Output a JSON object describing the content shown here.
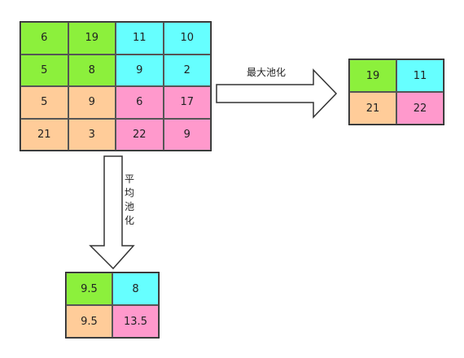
{
  "colors": {
    "green": "#8cf03c",
    "cyan": "#66ffff",
    "orange": "#ffcc99",
    "pink": "#ff99cc"
  },
  "input_grid": {
    "cells": [
      [
        "6",
        "19",
        "11",
        "10"
      ],
      [
        "5",
        "8",
        "9",
        "2"
      ],
      [
        "5",
        "9",
        "6",
        "17"
      ],
      [
        "21",
        "3",
        "22",
        "9"
      ]
    ],
    "fills": [
      [
        "green",
        "green",
        "cyan",
        "cyan"
      ],
      [
        "green",
        "green",
        "cyan",
        "cyan"
      ],
      [
        "orange",
        "orange",
        "pink",
        "pink"
      ],
      [
        "orange",
        "orange",
        "pink",
        "pink"
      ]
    ]
  },
  "max_pooling": {
    "label": "最大池化",
    "cells": [
      [
        "19",
        "11"
      ],
      [
        "21",
        "22"
      ]
    ],
    "fills": [
      [
        "green",
        "cyan"
      ],
      [
        "orange",
        "pink"
      ]
    ]
  },
  "avg_pooling": {
    "label": "平均池化",
    "cells": [
      [
        "9.5",
        "8"
      ],
      [
        "9.5",
        "13.5"
      ]
    ],
    "fills": [
      [
        "green",
        "cyan"
      ],
      [
        "orange",
        "pink"
      ]
    ]
  }
}
